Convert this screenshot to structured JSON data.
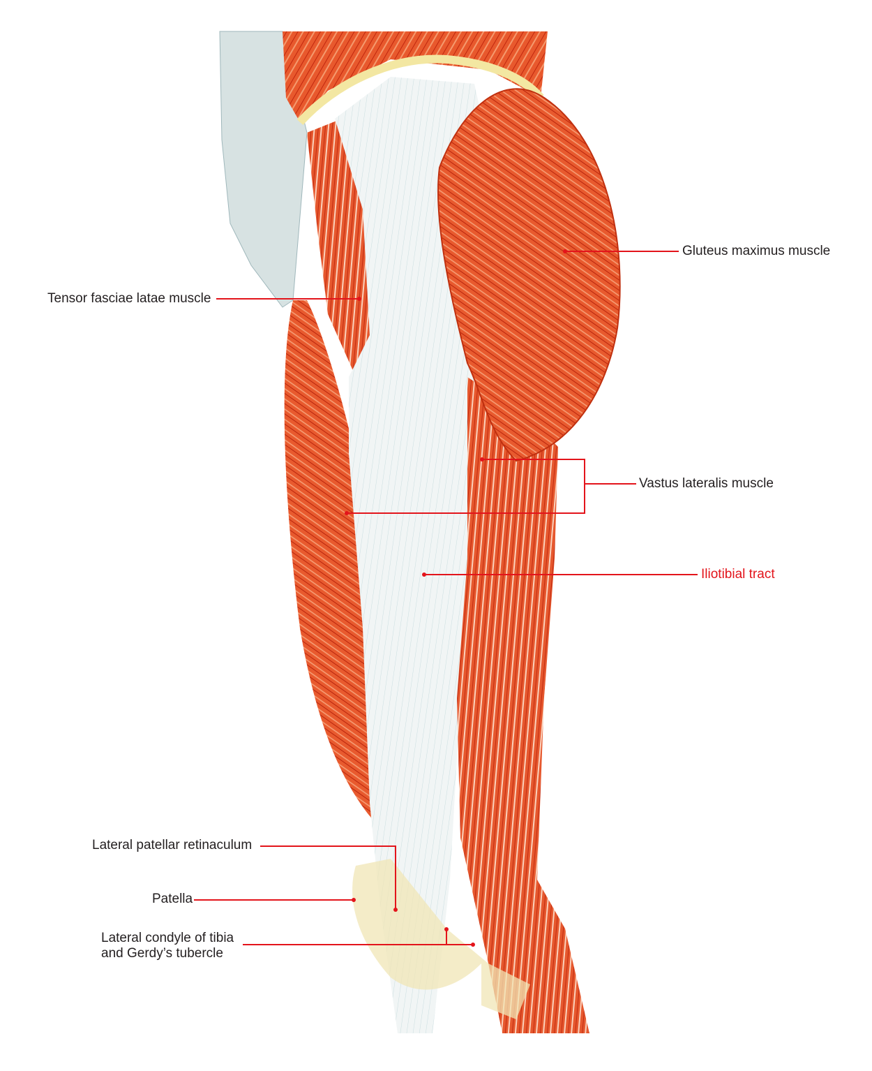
{
  "labels": {
    "gluteus_maximus": "Gluteus maximus muscle",
    "tensor_fasciae_latae": "Tensor fasciae latae muscle",
    "vastus_lateralis": "Vastus lateralis muscle",
    "iliotibial_tract": "Iliotibial tract",
    "lateral_patellar_retinaculum": "Lateral patellar retinaculum",
    "patella": "Patella",
    "lateral_condyle_line1": "Lateral condyle of tibia",
    "lateral_condyle_line2": "and Gerdy’s tubercle"
  },
  "colors": {
    "leader": "#e3141b",
    "muscle": "#e8562a",
    "tract": "#eef3f3",
    "highlight_label": "#e3141b"
  }
}
